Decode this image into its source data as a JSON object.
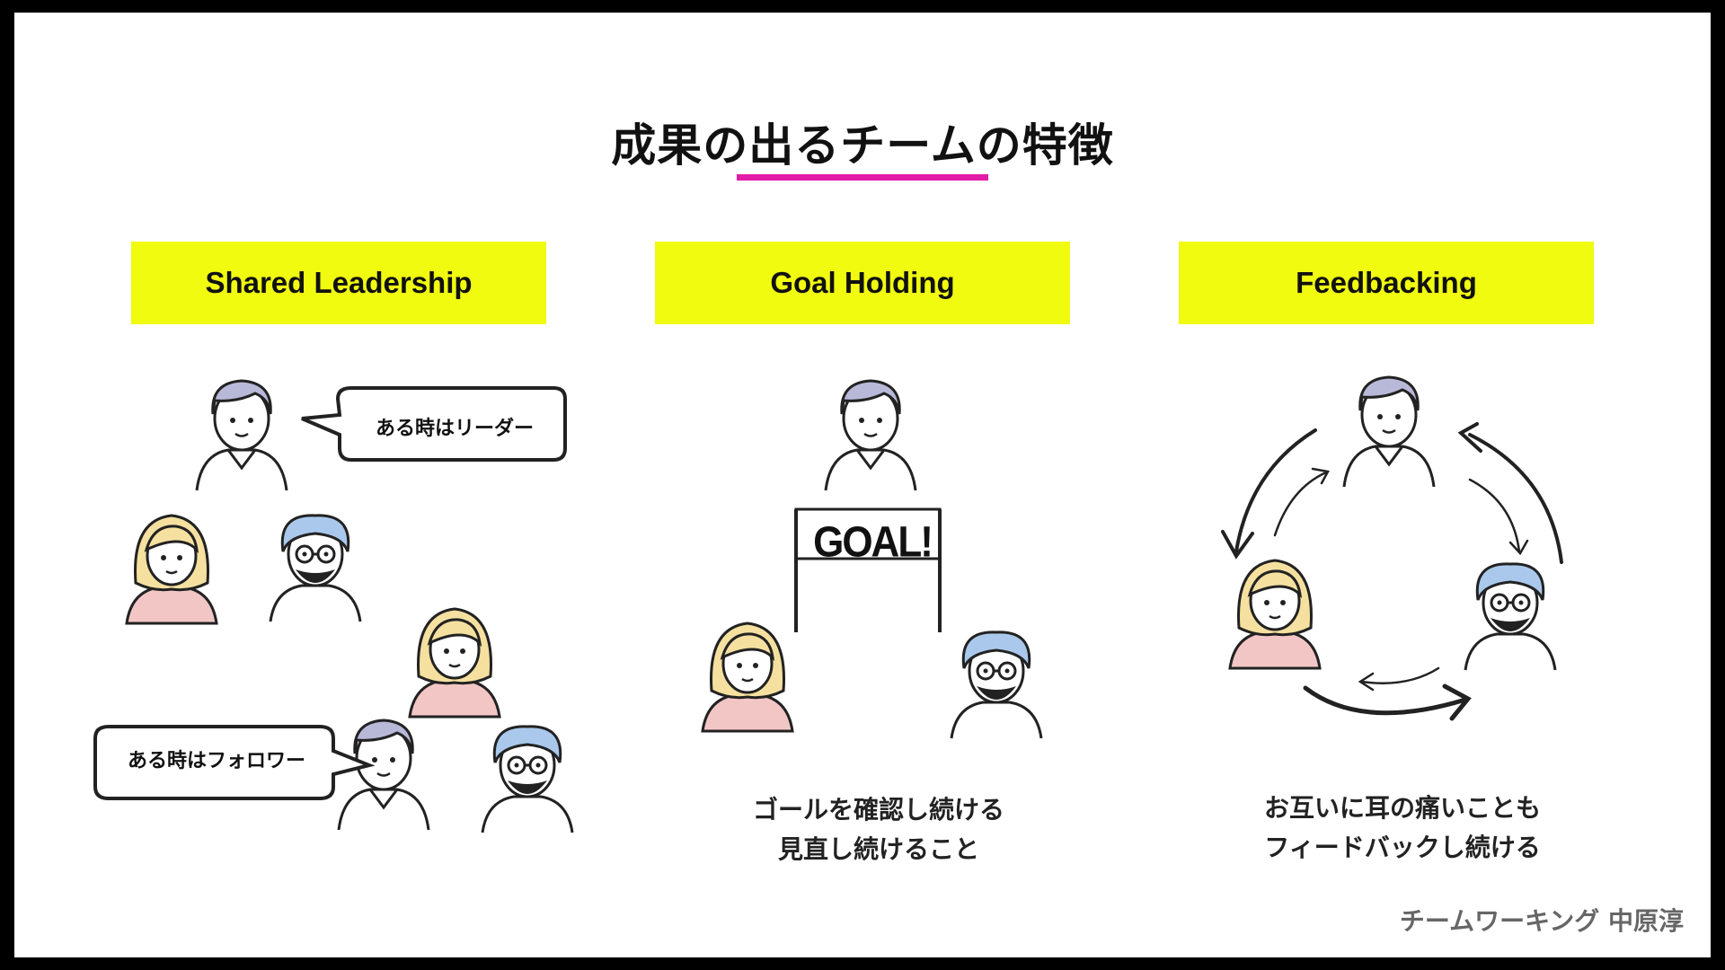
{
  "title": "成果の出るチームの特徴",
  "columns": [
    {
      "header": "Shared Leadership"
    },
    {
      "header": "Goal Holding",
      "caption_line1": "ゴールを確認し続ける",
      "caption_line2": "見直し続けること"
    },
    {
      "header": "Feedbacking",
      "caption_line1": "お互いに耳の痛いことも",
      "caption_line2": "フィードバックし続ける"
    }
  ],
  "bubbles": {
    "leader": "ある時はリーダー",
    "follower": "ある時はフォロワー"
  },
  "goal_sign": "GOAL!",
  "footer": "チームワーキング 中原淳",
  "colors": {
    "accent_rule": "#e21ca6",
    "header_bg": "#f0fb10"
  },
  "icons": [
    "man-avatar-icon",
    "woman-avatar-icon",
    "bearded-man-avatar-icon",
    "goal-banner-icon",
    "cycle-arrow-icon"
  ]
}
